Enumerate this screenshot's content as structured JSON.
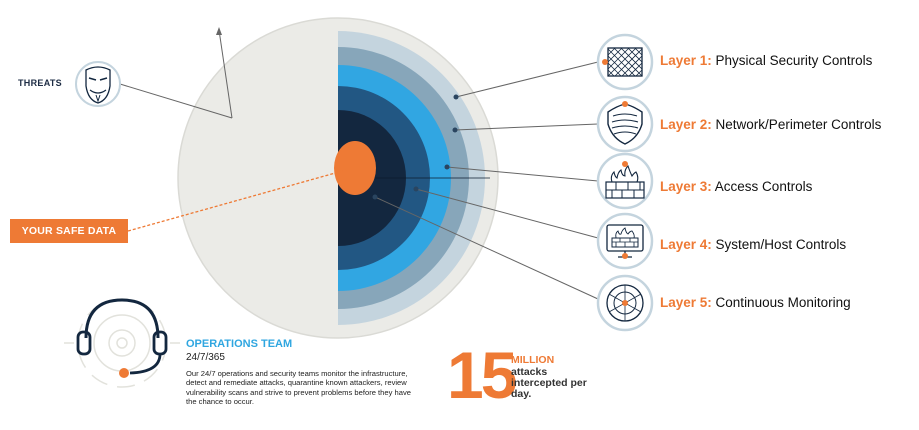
{
  "threats_label": "THREATS",
  "safe_data_label": "YOUR SAFE DATA",
  "layers": [
    {
      "number": "Layer 1:",
      "name": "Physical Security Controls",
      "icon": "grid-fence-icon"
    },
    {
      "number": "Layer 2:",
      "name": "Network/Perimeter Controls",
      "icon": "shield-icon"
    },
    {
      "number": "Layer 3:",
      "name": "Access Controls",
      "icon": "firewall-icon"
    },
    {
      "number": "Layer 4:",
      "name": "System/Host Controls",
      "icon": "monitor-firewall-icon"
    },
    {
      "number": "Layer 5:",
      "name": "Continuous Monitoring",
      "icon": "radar-icon"
    }
  ],
  "operations": {
    "title": "OPERATIONS TEAM",
    "hours": "24/7/365",
    "description": "Our 24/7 operations and security teams monitor the infrastructure, detect and remediate attacks, quarantine known attackers, review vulnerability scans and strive to prevent problems before they have the chance to occur."
  },
  "stat": {
    "number": "15",
    "unit": "MILLION",
    "description": "attacks intercepted per day."
  },
  "colors": {
    "accent": "#ee7a35",
    "blue": "#2fa6e0",
    "navy": "#1d2c44"
  }
}
